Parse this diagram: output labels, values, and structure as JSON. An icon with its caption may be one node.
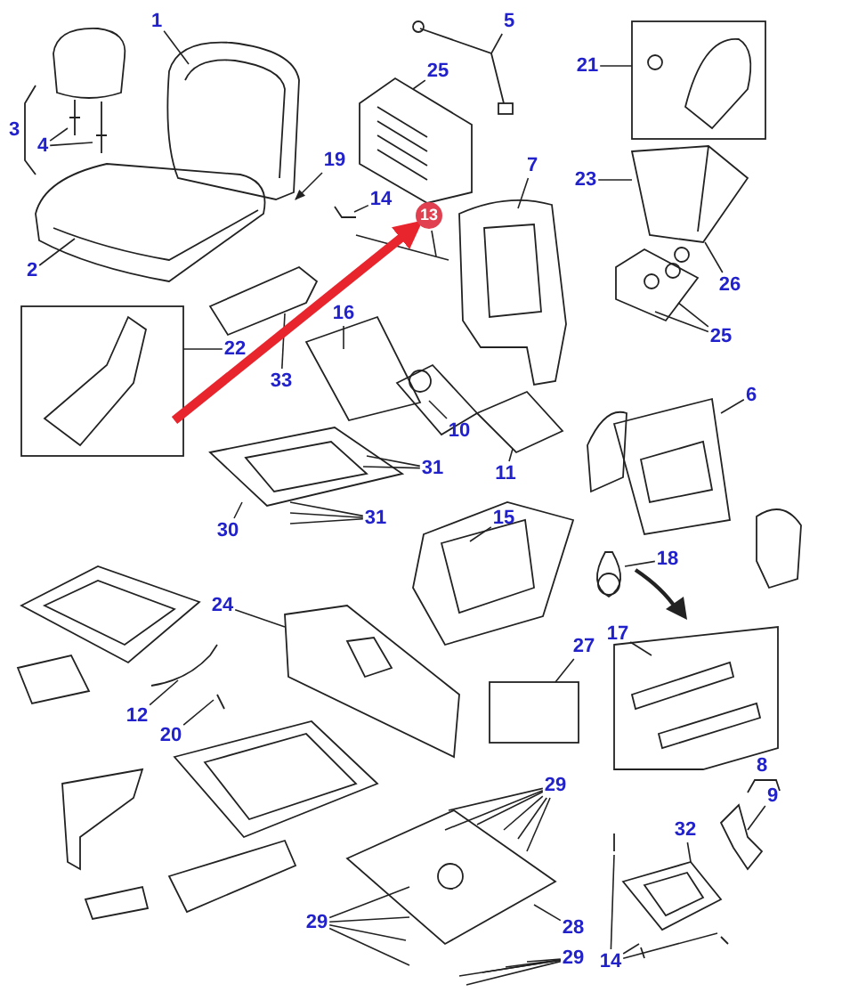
{
  "diagram": {
    "nodes": [
      {
        "text": [
          "1"
        ]
      },
      {
        "text": [
          "3"
        ]
      },
      {
        "text": [
          "4"
        ]
      },
      {
        "text": [
          "2"
        ]
      },
      {
        "text": [
          "5"
        ]
      },
      {
        "text": [
          "25"
        ]
      },
      {
        "text": [
          "19"
        ]
      },
      {
        "text": [
          "14"
        ]
      },
      {
        "text": [
          "13"
        ]
      },
      {
        "text": [
          "7"
        ]
      },
      {
        "text": [
          "21"
        ]
      },
      {
        "text": [
          "23"
        ]
      },
      {
        "text": [
          "26"
        ]
      },
      {
        "text": [
          "25"
        ]
      },
      {
        "text": [
          "22"
        ]
      },
      {
        "text": [
          "33"
        ]
      },
      {
        "text": [
          "16"
        ]
      },
      {
        "text": [
          "10"
        ]
      },
      {
        "text": [
          "11"
        ]
      },
      {
        "text": [
          "6"
        ]
      },
      {
        "text": [
          "31"
        ]
      },
      {
        "text": [
          "30"
        ]
      },
      {
        "text": [
          "31"
        ]
      },
      {
        "text": [
          "15"
        ]
      },
      {
        "text": [
          "18"
        ]
      },
      {
        "text": [
          "24"
        ]
      },
      {
        "text": [
          "27"
        ]
      },
      {
        "text": [
          "17"
        ]
      },
      {
        "text": [
          "12"
        ]
      },
      {
        "text": [
          "20"
        ]
      },
      {
        "text": [
          "29"
        ]
      },
      {
        "text": [
          "8"
        ]
      },
      {
        "text": [
          "9"
        ]
      },
      {
        "text": [
          "32"
        ]
      },
      {
        "text": [
          "29"
        ]
      },
      {
        "text": [
          "28"
        ]
      },
      {
        "text": [
          "29"
        ]
      },
      {
        "text": [
          "14"
        ]
      }
    ],
    "edges": [
      {
        "from": 0,
        "to": null,
        "arrow": "none"
      },
      {
        "from": 2,
        "to": null,
        "arrow": "none"
      },
      {
        "from": 2,
        "to": null,
        "arrow": "none"
      },
      {
        "from": 3,
        "to": null,
        "arrow": "none"
      },
      {
        "from": 4,
        "to": null,
        "arrow": "none"
      },
      {
        "from": 5,
        "to": null,
        "arrow": "none"
      },
      {
        "from": 6,
        "to": null,
        "arrow": "to"
      },
      {
        "from": 7,
        "to": null,
        "arrow": "none"
      },
      {
        "from": 8,
        "to": null,
        "arrow": "none"
      },
      {
        "from": 9,
        "to": null,
        "arrow": "none"
      },
      {
        "from": 10,
        "to": null,
        "arrow": "none"
      },
      {
        "from": 11,
        "to": null,
        "arrow": "none"
      },
      {
        "from": 12,
        "to": null,
        "arrow": "none"
      },
      {
        "from": 13,
        "to": null,
        "arrow": "none"
      },
      {
        "from": 13,
        "to": null,
        "arrow": "none"
      },
      {
        "from": 14,
        "to": null,
        "arrow": "none"
      },
      {
        "from": 15,
        "to": null,
        "arrow": "none"
      },
      {
        "from": 16,
        "to": null,
        "arrow": "none"
      },
      {
        "from": 17,
        "to": null,
        "arrow": "none"
      },
      {
        "from": 18,
        "to": null,
        "arrow": "none"
      },
      {
        "from": 19,
        "to": null,
        "arrow": "none"
      },
      {
        "from": 20,
        "to": null,
        "arrow": "none"
      },
      {
        "from": 20,
        "to": null,
        "arrow": "none"
      },
      {
        "from": 21,
        "to": null,
        "arrow": "none"
      },
      {
        "from": 22,
        "to": null,
        "arrow": "none"
      },
      {
        "from": 22,
        "to": null,
        "arrow": "none"
      },
      {
        "from": 22,
        "to": null,
        "arrow": "none"
      },
      {
        "from": 23,
        "to": null,
        "arrow": "none"
      },
      {
        "from": 24,
        "to": null,
        "arrow": "none"
      },
      {
        "from": 25,
        "to": null,
        "arrow": "none"
      },
      {
        "from": 26,
        "to": null,
        "arrow": "none"
      },
      {
        "from": 27,
        "to": null,
        "arrow": "none"
      },
      {
        "from": 28,
        "to": null,
        "arrow": "none"
      },
      {
        "from": 29,
        "to": null,
        "arrow": "none"
      },
      {
        "from": 30,
        "to": null,
        "arrow": "none"
      },
      {
        "from": 30,
        "to": null,
        "arrow": "none"
      },
      {
        "from": 30,
        "to": null,
        "arrow": "none"
      },
      {
        "from": 30,
        "to": null,
        "arrow": "none"
      },
      {
        "from": 30,
        "to": null,
        "arrow": "none"
      },
      {
        "from": 30,
        "to": null,
        "arrow": "none"
      },
      {
        "from": 32,
        "to": null,
        "arrow": "none"
      },
      {
        "from": 33,
        "to": null,
        "arrow": "none"
      },
      {
        "from": 34,
        "to": null,
        "arrow": "none"
      },
      {
        "from": 34,
        "to": null,
        "arrow": "none"
      },
      {
        "from": 34,
        "to": null,
        "arrow": "none"
      },
      {
        "from": 34,
        "to": null,
        "arrow": "none"
      },
      {
        "from": 35,
        "to": null,
        "arrow": "none"
      },
      {
        "from": 36,
        "to": null,
        "arrow": "none"
      },
      {
        "from": 36,
        "to": null,
        "arrow": "none"
      },
      {
        "from": 36,
        "to": null,
        "arrow": "none"
      },
      {
        "from": 36,
        "to": null,
        "arrow": "none"
      },
      {
        "from": 36,
        "to": null,
        "arrow": "none"
      },
      {
        "from": 37,
        "to": null,
        "arrow": "none"
      },
      {
        "from": 37,
        "to": null,
        "arrow": "none"
      },
      {
        "from": 37,
        "to": null,
        "arrow": "none"
      },
      {
        "from": null,
        "to": 8,
        "arrow": "to",
        "style": "thick",
        "color": "#e8242c"
      }
    ]
  }
}
